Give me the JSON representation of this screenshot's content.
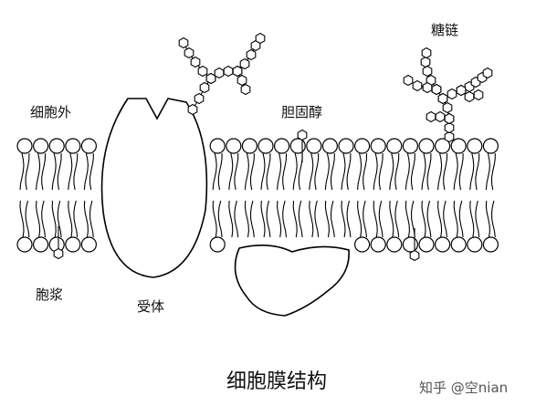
{
  "labels": {
    "outside": "细胞外",
    "cytoplasm": "胞浆",
    "receptor": "受体",
    "cholesterol": "胆固醇",
    "sugar_chain": "糖链"
  },
  "title": "细胞膜结构",
  "watermark": "知乎 @空nian",
  "colors": {
    "stroke": "#000000",
    "fill": "#ffffff",
    "text": "#111111"
  }
}
